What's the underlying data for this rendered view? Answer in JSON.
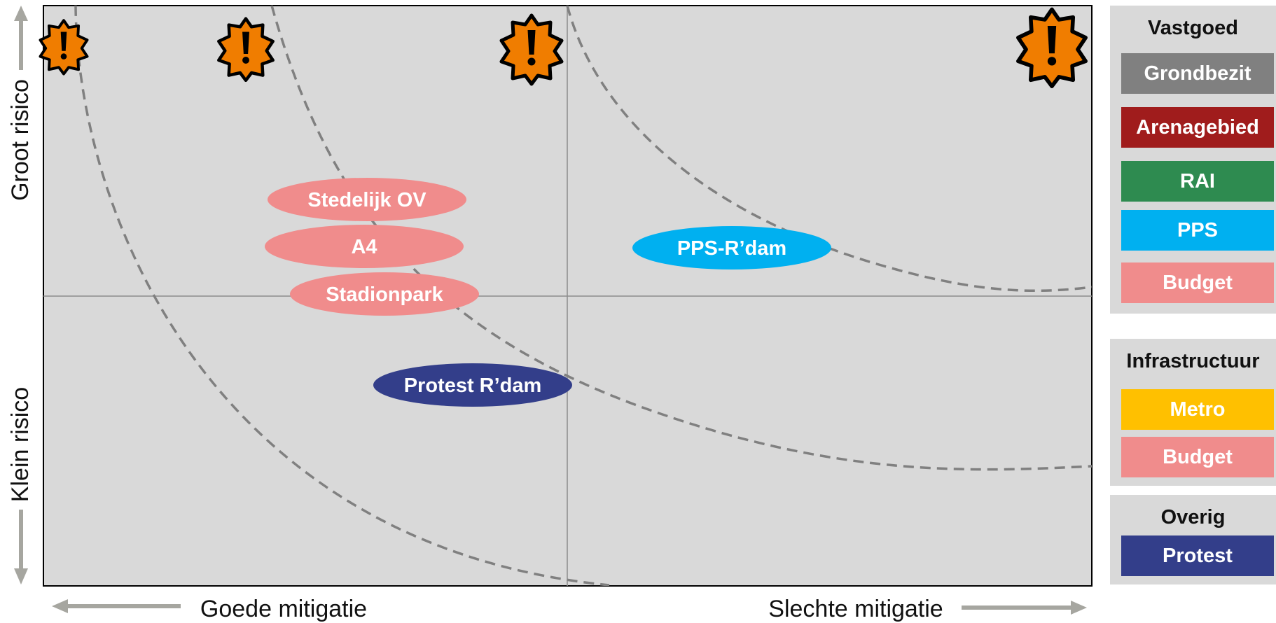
{
  "axes": {
    "y_high": "Groot risico",
    "y_low": "Klein risico",
    "x_good": "Goede mitigatie",
    "x_bad": "Slechte mitigatie"
  },
  "items": [
    {
      "label": "Stedelijk OV",
      "color": "#f08c8c"
    },
    {
      "label": "A4",
      "color": "#f08c8c"
    },
    {
      "label": "Stadionpark",
      "color": "#f08c8c"
    },
    {
      "label": "Protest R’dam",
      "color": "#333e8a"
    },
    {
      "label": "PPS-R’dam",
      "color": "#00b0f0"
    }
  ],
  "warning_icons": [
    "warning-star-icon",
    "warning-star-icon",
    "warning-star-icon",
    "warning-star-icon"
  ],
  "legend": [
    {
      "title": "Vastgoed",
      "items": [
        {
          "label": "Grondbezit",
          "color": "#808080"
        },
        {
          "label": "Arenagebied",
          "color": "#a01c1c"
        },
        {
          "label": "RAI",
          "color": "#2e8b50"
        },
        {
          "label": "PPS",
          "color": "#00b0f0"
        },
        {
          "label": "Budget",
          "color": "#f08c8c"
        }
      ]
    },
    {
      "title": "Infrastructuur",
      "items": [
        {
          "label": "Metro",
          "color": "#ffc000"
        },
        {
          "label": "Budget",
          "color": "#f08c8c"
        }
      ]
    },
    {
      "title": "Overig",
      "items": [
        {
          "label": "Protest",
          "color": "#333e8a"
        }
      ]
    }
  ],
  "colors": {
    "plot_background": "#d9d9d9",
    "warning_fill": "#f07d00",
    "curve": "#808080",
    "axis_arrow": "#a6a6a0"
  }
}
